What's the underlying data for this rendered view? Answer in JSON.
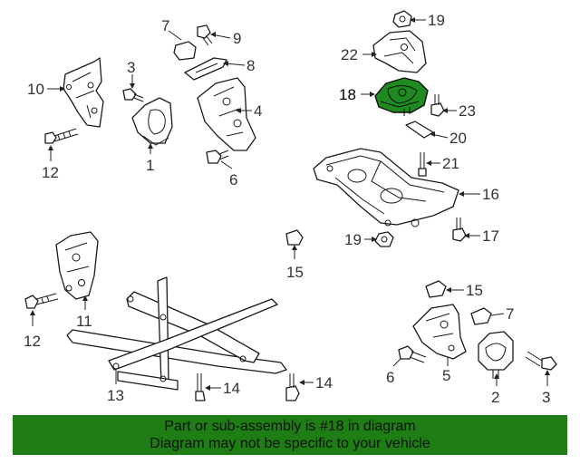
{
  "highlight": {
    "part_number": "18",
    "color": "#1e7d14"
  },
  "callouts": {
    "c1": "1",
    "c2": "2",
    "c3a": "3",
    "c3b": "3",
    "c4": "4",
    "c5": "5",
    "c6a": "6",
    "c6b": "6",
    "c7a": "7",
    "c7b": "7",
    "c8": "8",
    "c9": "9",
    "c10": "10",
    "c11": "11",
    "c12a": "12",
    "c12b": "12",
    "c13": "13",
    "c14a": "14",
    "c14b": "14",
    "c15a": "15",
    "c15b": "15",
    "c16": "16",
    "c17": "17",
    "c18": "18",
    "c19a": "19",
    "c19b": "19",
    "c20": "20",
    "c21": "21",
    "c22": "22",
    "c23": "23"
  },
  "banner": {
    "line1": "Part or sub-assembly is #18 in diagram",
    "line2": "Diagram may not be specific to your vehicle"
  }
}
